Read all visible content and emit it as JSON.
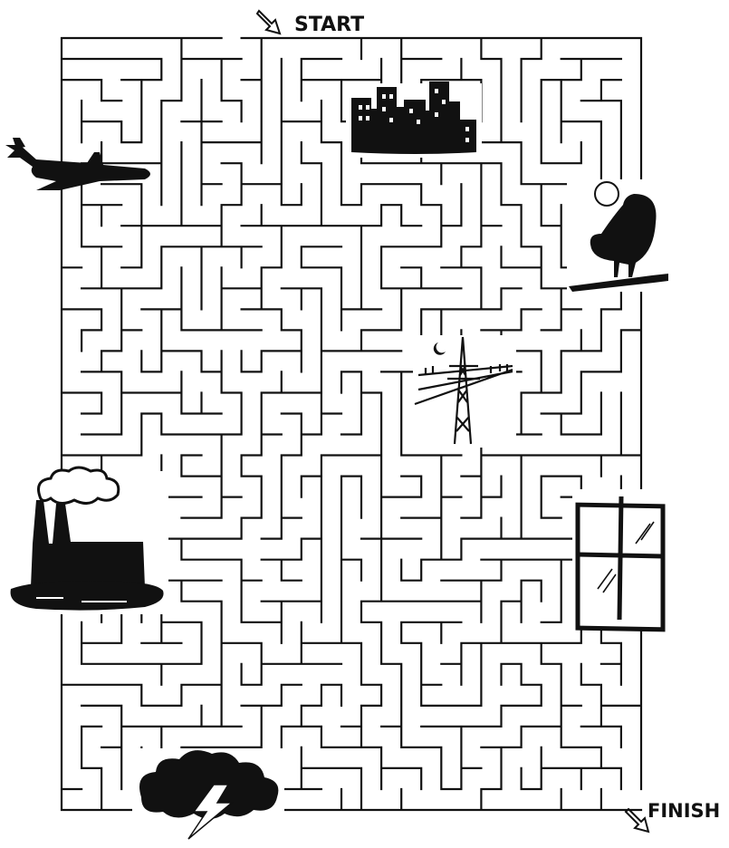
{
  "labels": {
    "start": "START",
    "finish": "FINISH"
  },
  "icons": [
    "start-arrow-icon",
    "finish-arrow-icon",
    "airplane-icon",
    "city-skyline-icon",
    "owl-icon",
    "moon-icon",
    "power-tower-icon",
    "factory-icon",
    "window-icon",
    "storm-cloud-icon",
    "lightning-bolt-icon"
  ],
  "colors": {
    "ink": "#111111",
    "paper": "#ffffff",
    "factory": "#1a1a1a"
  },
  "maze": {
    "cols": 29,
    "rows": 37,
    "seed": 20240611
  }
}
